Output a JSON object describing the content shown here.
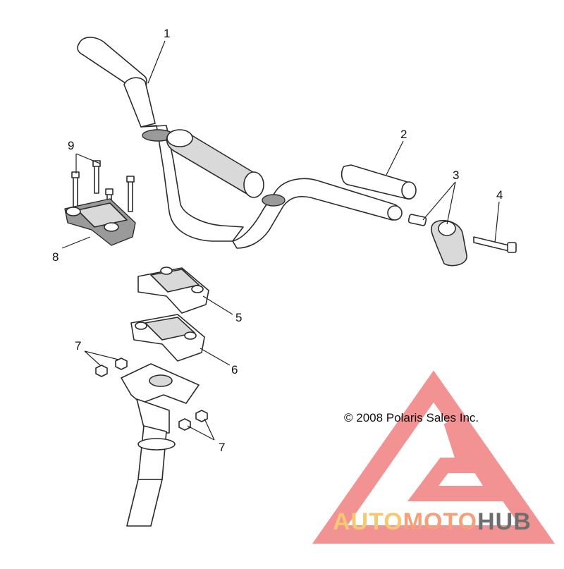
{
  "diagram": {
    "callouts": {
      "c1": "1",
      "c2": "2",
      "c3": "3",
      "c4": "4",
      "c5": "5",
      "c6": "6",
      "c7a": "7",
      "c7b": "7",
      "c8": "8",
      "c9": "9"
    },
    "copyright": "© 2008 Polaris Sales Inc."
  },
  "watermark": {
    "word_part1": "AUTO",
    "word_part2": "MOTO",
    "word_part3": "HUB",
    "colors": {
      "triangle": "#f08080",
      "part1": "#f7c873",
      "part2": "#f4a07a",
      "part3": "#6e6e6e"
    }
  }
}
